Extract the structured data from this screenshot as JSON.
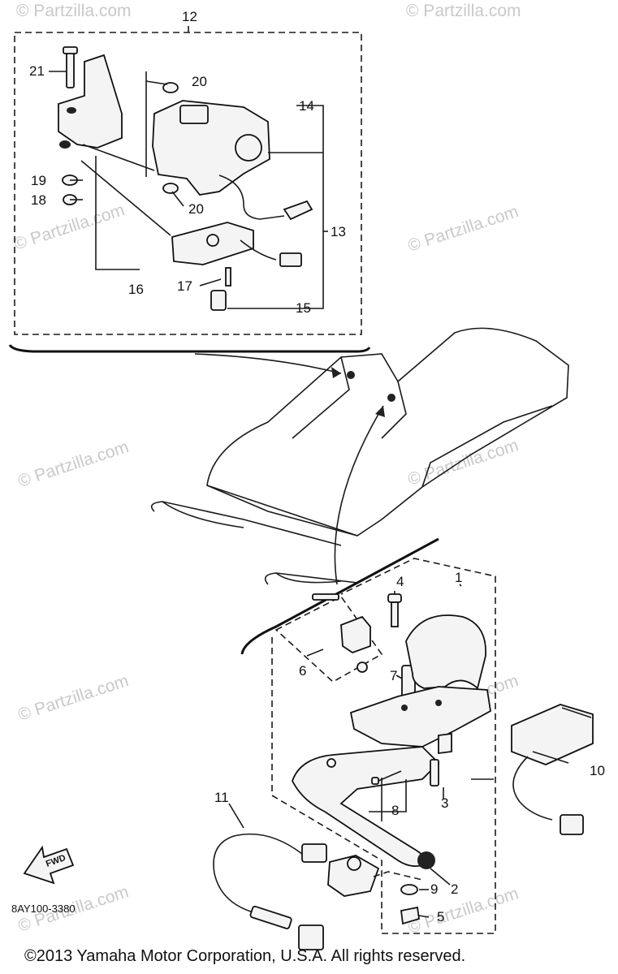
{
  "diagram": {
    "callouts": {
      "n1": "1",
      "n2": "2",
      "n3": "3",
      "n4": "4",
      "n5": "5",
      "n6": "6",
      "n7": "7",
      "n8": "8",
      "n9": "9",
      "n10": "10",
      "n11": "11",
      "n12": "12",
      "n13": "13",
      "n14": "14",
      "n15": "15",
      "n16": "16",
      "n17": "17",
      "n18": "18",
      "n19": "19",
      "n20a": "20",
      "n20b": "20",
      "n21": "21"
    },
    "fwd_label": "FWD",
    "diagram_code": "8AY100-3380",
    "watermark": "© Partzilla.com",
    "copyright": "©2013  Yamaha Motor Corporation, U.S.A. All rights reserved."
  }
}
